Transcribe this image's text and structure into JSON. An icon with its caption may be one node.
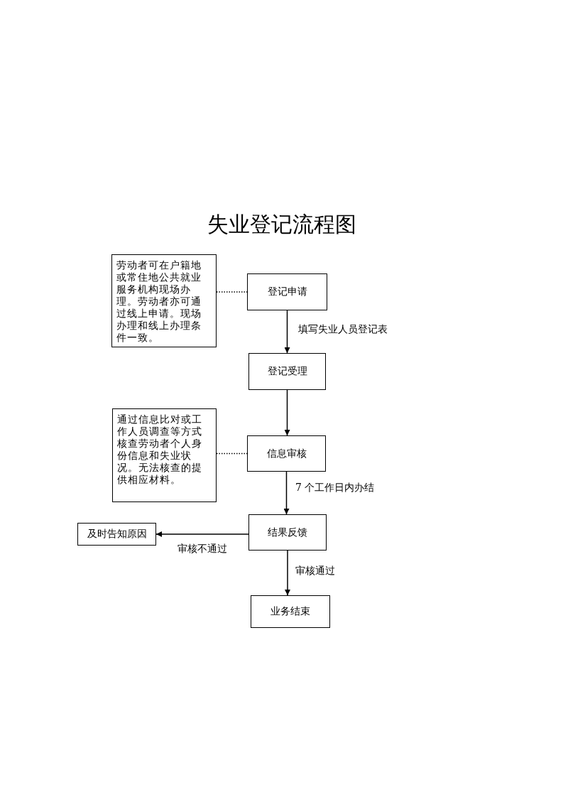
{
  "diagram": {
    "title": "失业登记流程图",
    "nodes": [
      {
        "text": [
          "劳动者可在户籍地或常住地公共就业服务机构现场办理。劳动者亦可通过线上申请。现场办理和线上办理条件一致。"
        ]
      },
      {
        "text": [
          "登记申请"
        ]
      },
      {
        "text": [
          "登记受理"
        ]
      },
      {
        "text": [
          "通过信息比对或工作人员调查等方式核查劳动者个人身份信息和失业状况。无法核查的提供相应材料。"
        ]
      },
      {
        "text": [
          "信息审核"
        ]
      },
      {
        "text": [
          "结果反馈"
        ]
      },
      {
        "text": [
          "及时告知原因"
        ]
      },
      {
        "text": [
          "业务结束"
        ]
      }
    ],
    "edges": [
      {
        "from": 0,
        "to": 1,
        "arrow": "none",
        "style": "dashed"
      },
      {
        "from": 1,
        "to": 2,
        "arrow": "to",
        "label": "填写失业人员登记表"
      },
      {
        "from": 2,
        "to": 4,
        "arrow": "to"
      },
      {
        "from": 3,
        "to": 4,
        "arrow": "none",
        "style": "dashed"
      },
      {
        "from": 4,
        "to": 5,
        "arrow": "to",
        "label": "7 个工作日内办结"
      },
      {
        "from": 5,
        "to": 6,
        "arrow": "to",
        "label": "审核不通过"
      },
      {
        "from": 5,
        "to": 7,
        "arrow": "to",
        "label": "审核通过"
      }
    ]
  }
}
